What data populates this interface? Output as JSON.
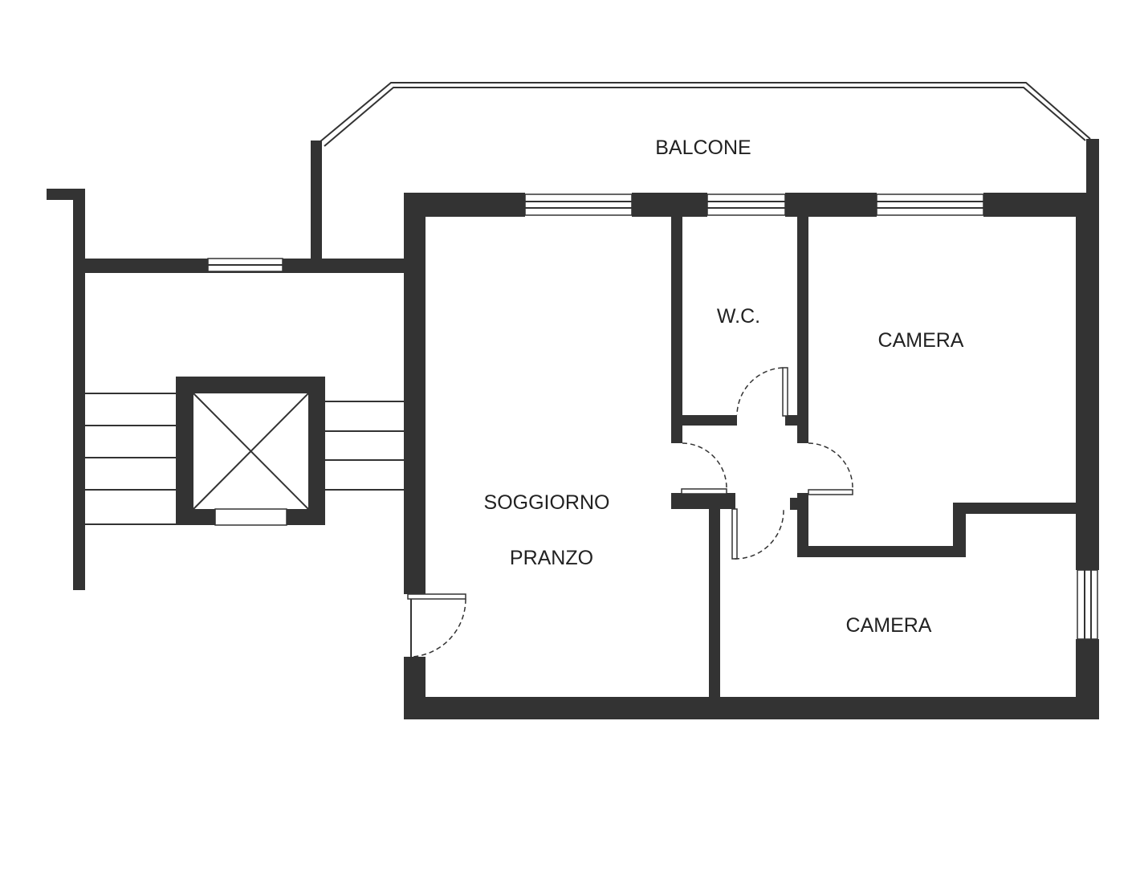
{
  "rooms": {
    "balcone": "BALCONE",
    "wc": "W.C.",
    "camera_1": "CAMERA",
    "camera_2": "CAMERA",
    "soggiorno": "SOGGIORNO",
    "pranzo": "PRANZO"
  },
  "colors": {
    "wall": "#333333",
    "background": "#ffffff"
  }
}
